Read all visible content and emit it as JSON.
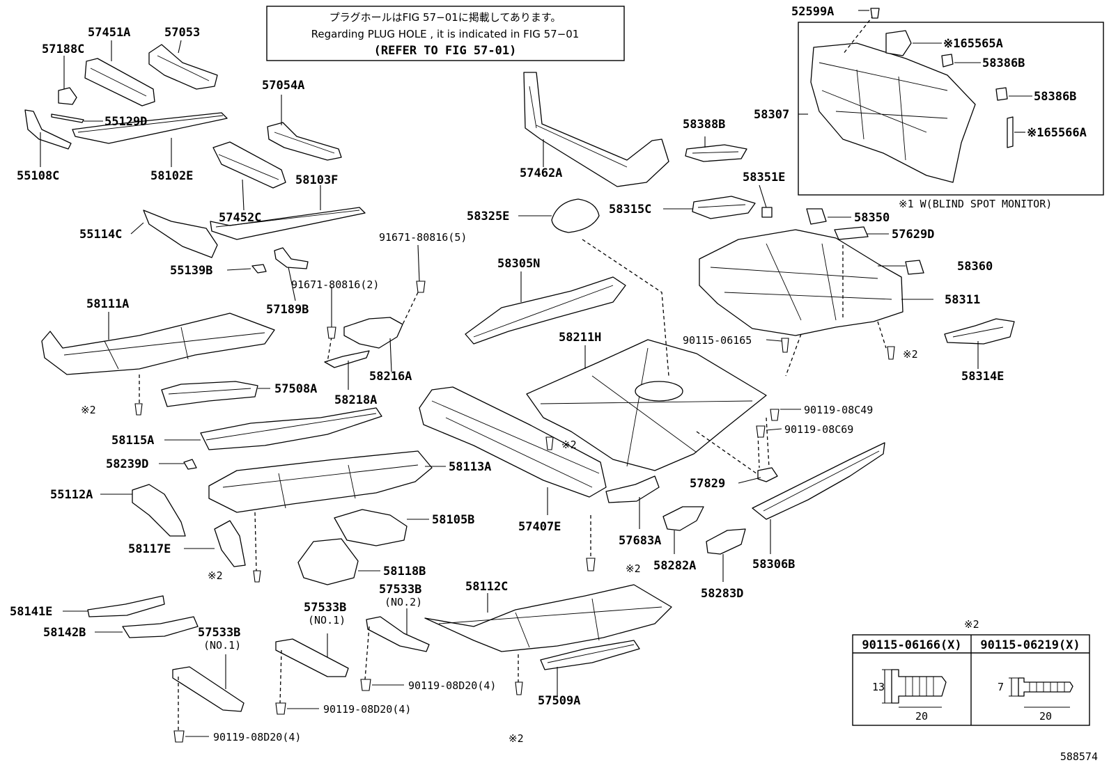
{
  "notice": {
    "line1": "プラグホールはFIG 57−01に掲載してあります。",
    "line2": "Regarding PLUG HOLE , it is indicated in FIG 57−01",
    "line3": "(REFER TO FIG 57-01)"
  },
  "inset_note": "※1 W(BLIND SPOT MONITOR)",
  "diagram_id": "588574",
  "labels": {
    "p52599A": "52599A",
    "p65565A": "※165565A",
    "p58386B_1": "58386B",
    "p58386B_2": "58386B",
    "p65566A": "※165566A",
    "p58307": "58307",
    "p57451A": "57451A",
    "p57053": "57053",
    "p57188C": "57188C",
    "p55129D": "55129D",
    "p55108C": "55108C",
    "p58102E": "58102E",
    "p57054A": "57054A",
    "p57452C": "57452C",
    "p58103F": "58103F",
    "p57462A": "57462A",
    "p58388B": "58388B",
    "p58351E": "58351E",
    "p58325E": "58325E",
    "p58315C": "58315C",
    "p58350": "58350",
    "p57629D": "57629D",
    "p58360": "58360",
    "p58311": "58311",
    "p58314E": "58314E",
    "p55114C": "55114C",
    "p55139B": "55139B",
    "p91671_5": "91671-80816(5)",
    "p91671_2": "91671-80816(2)",
    "p57189B": "57189B",
    "p58305N": "58305N",
    "p58111A": "58111A",
    "p58211H": "58211H",
    "p90115_06165": "90115-06165",
    "p58216A": "58216A",
    "p57508A": "57508A",
    "p58218A": "58218A",
    "p90119_08C49": "90119-08C49",
    "p90119_08C69": "90119-08C69",
    "p58115A": "58115A",
    "p58239D": "58239D",
    "p58113A": "58113A",
    "p55112A": "55112A",
    "p57829": "57829",
    "p58105B": "58105B",
    "p57407E": "57407E",
    "p57683A": "57683A",
    "p58282A": "58282A",
    "p58306B": "58306B",
    "p58117E": "58117E",
    "p58118B": "58118B",
    "p58283D": "58283D",
    "p58112C": "58112C",
    "p57533B_2": "57533B",
    "p57533B_2sub": "(NO.2)",
    "p57533B_1a": "57533B",
    "p57533B_1asub": "(NO.1)",
    "p57533B_1b": "57533B",
    "p57533B_1bsub": "(NO.1)",
    "p58141E": "58141E",
    "p58142B": "58142B",
    "p57509A": "57509A",
    "p90119_08D20_a": "90119-08D20(4)",
    "p90119_08D20_b": "90119-08D20(4)",
    "p90119_08D20_c": "90119-08D20(4)"
  },
  "marks": {
    "ref2": "※2"
  },
  "bolt_table": {
    "title": "※2",
    "col1_header": "90115-06166(X)",
    "col2_header": "90115-06219(X)",
    "col1_dim_height": "13",
    "col1_dim_length": "20",
    "col2_dim_height": "7",
    "col2_dim_length": "20"
  }
}
